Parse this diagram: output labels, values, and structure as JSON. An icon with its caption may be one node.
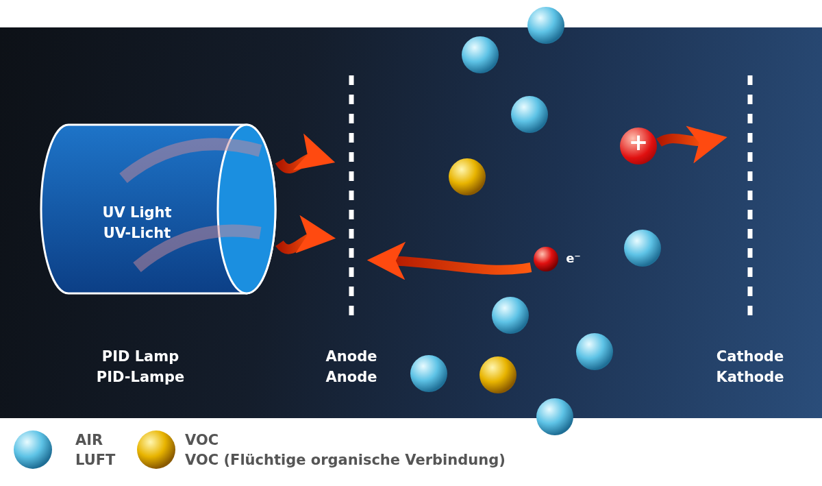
{
  "diagram": {
    "nodes": [
      {
        "text": [
          "UV Light UV-Licht"
        ],
        "beside": [
          "PID Lamp PID-Lampe"
        ]
      },
      {
        "text": [
          "Anode Anode"
        ]
      },
      {
        "text": [
          "Cathode Kathode"
        ]
      },
      {
        "text": [
          "e⁻"
        ]
      },
      {
        "text": [
          "+"
        ]
      }
    ],
    "edges": [
      {
        "from": 0,
        "to": 1,
        "arrow": "to"
      },
      {
        "from": 0,
        "to": 1,
        "arrow": "to"
      },
      {
        "from": 3,
        "to": 1,
        "arrow": "to"
      },
      {
        "from": 4,
        "to": 2,
        "arrow": "to"
      }
    ],
    "legend": [
      {
        "text": "AIR LUFT"
      },
      {
        "text": "VOC VOC (Flüchtige organische Verbindung)"
      }
    ]
  }
}
